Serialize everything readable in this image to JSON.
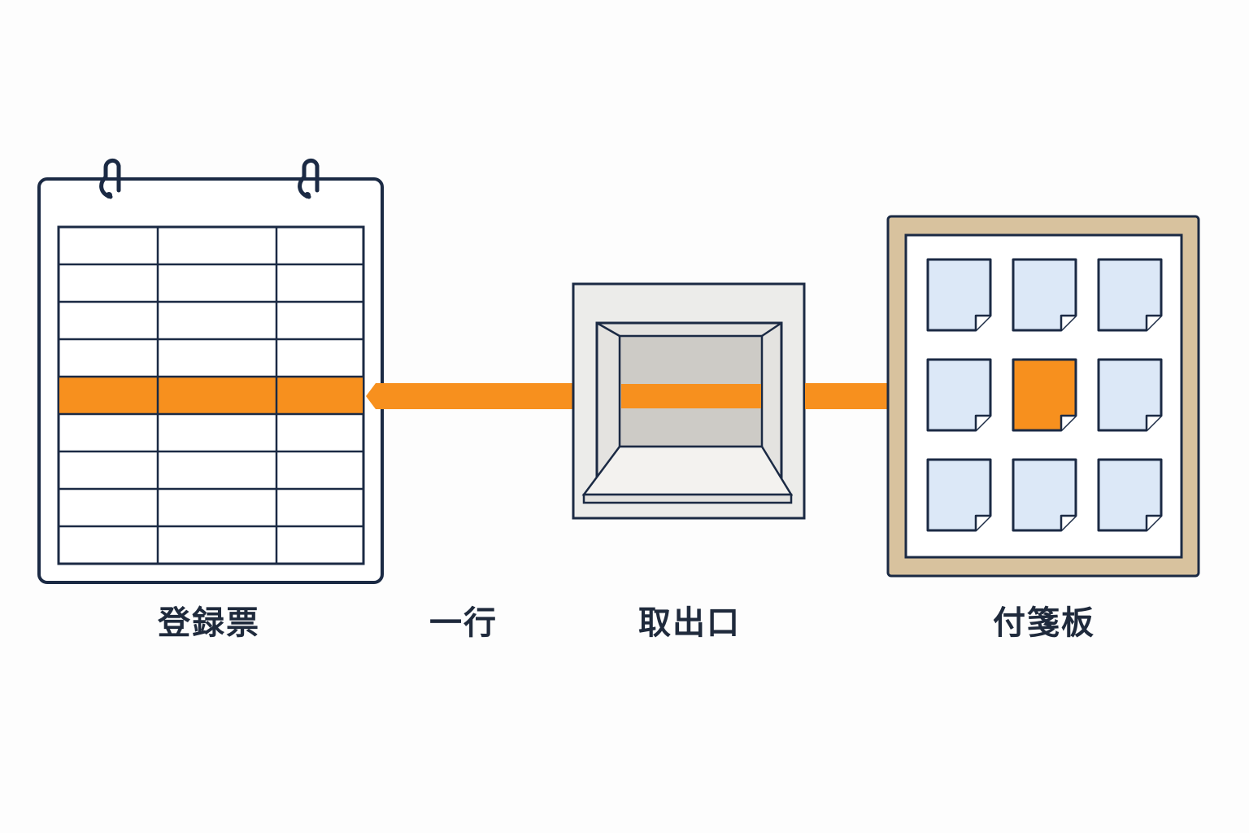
{
  "labels": {
    "register": "登録票",
    "row": "一行",
    "slot": "取出口",
    "board": "付箋板"
  },
  "colors": {
    "accent": "#f7901e",
    "outline": "#1b2a44",
    "note": "#dce8f7",
    "board_frame": "#d8c29e",
    "slot_box": "#ececea",
    "slot_inner": "#cdcbc6"
  },
  "icons": {
    "register": "ring-bound-sheet-icon",
    "slot": "dispenser-slot-icon",
    "board": "note-board-icon",
    "note": "sticky-note-icon"
  },
  "register": {
    "rows": 9,
    "columns": 3,
    "highlighted_row": 5
  },
  "board": {
    "rows": 3,
    "columns": 3,
    "highlighted_note": 5
  }
}
